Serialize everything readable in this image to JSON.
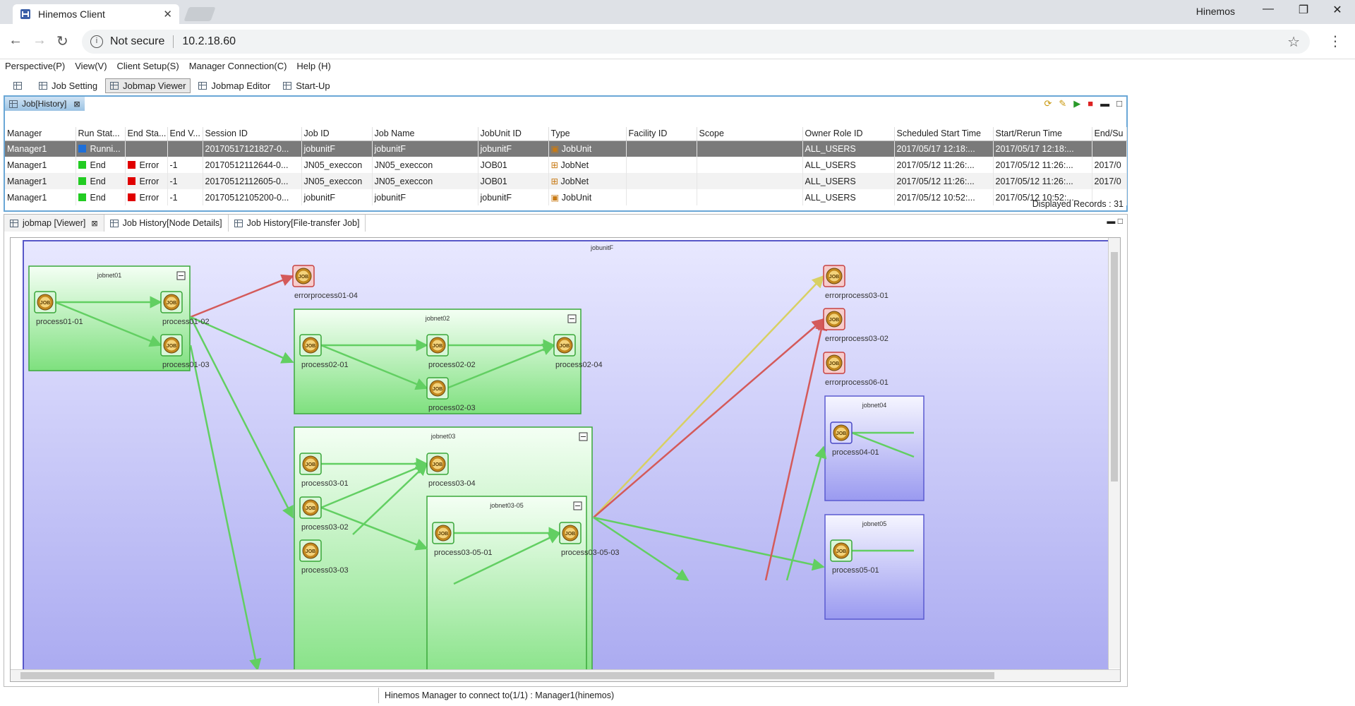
{
  "browser": {
    "tab_title": "Hinemos Client",
    "brand": "Hinemos",
    "security": "Not secure",
    "url": "10.2.18.60"
  },
  "menu": [
    "Perspective(P)",
    "View(V)",
    "Client Setup(S)",
    "Manager Connection(C)",
    "Help (H)"
  ],
  "perspectives": [
    "Job Setting",
    "Jobmap Viewer",
    "Jobmap Editor",
    "Start-Up"
  ],
  "job_history": {
    "tab": "Job[History]",
    "columns": [
      "Manager",
      "Run Stat...",
      "End Sta...",
      "End V...",
      "Session ID",
      "Job ID",
      "Job Name",
      "JobUnit ID",
      "Type",
      "Facility ID",
      "Scope",
      "Owner Role ID",
      "Scheduled Start Time",
      "Start/Rerun Time",
      "End/Su"
    ],
    "rows": [
      {
        "manager": "Manager1",
        "run": "Runni...",
        "run_color": "#1e6fd9",
        "end": "",
        "end_color": "",
        "endv": "",
        "session": "20170517121827-0...",
        "job_id": "jobunitF",
        "job_name": "jobunitF",
        "unit_id": "jobunitF",
        "type": "JobUnit",
        "facility": "",
        "scope": "",
        "owner": "ALL_USERS",
        "sched": "2017/05/17 12:18:...",
        "start": "2017/05/17 12:18:...",
        "endsu": ""
      },
      {
        "manager": "Manager1",
        "run": "End",
        "run_color": "#22cc22",
        "end": "Error",
        "end_color": "#e00000",
        "endv": "-1",
        "session": "20170512112644-0...",
        "job_id": "JN05_execcon",
        "job_name": "JN05_execcon",
        "unit_id": "JOB01",
        "type": "JobNet",
        "facility": "",
        "scope": "",
        "owner": "ALL_USERS",
        "sched": "2017/05/12 11:26:...",
        "start": "2017/05/12 11:26:...",
        "endsu": "2017/0"
      },
      {
        "manager": "Manager1",
        "run": "End",
        "run_color": "#22cc22",
        "end": "Error",
        "end_color": "#e00000",
        "endv": "-1",
        "session": "20170512112605-0...",
        "job_id": "JN05_execcon",
        "job_name": "JN05_execcon",
        "unit_id": "JOB01",
        "type": "JobNet",
        "facility": "",
        "scope": "",
        "owner": "ALL_USERS",
        "sched": "2017/05/12 11:26:...",
        "start": "2017/05/12 11:26:...",
        "endsu": "2017/0"
      },
      {
        "manager": "Manager1",
        "run": "End",
        "run_color": "#22cc22",
        "end": "Error",
        "end_color": "#e00000",
        "endv": "-1",
        "session": "20170512105200-0...",
        "job_id": "jobunitF",
        "job_name": "jobunitF",
        "unit_id": "jobunitF",
        "type": "JobUnit",
        "facility": "",
        "scope": "",
        "owner": "ALL_USERS",
        "sched": "2017/05/12 10:52:...",
        "start": "2017/05/12 10:52:...",
        "endsu": ""
      }
    ],
    "displayed": "Displayed Records : 31"
  },
  "lower_tabs": [
    "jobmap [Viewer]",
    "Job History[Node Details]",
    "Job History[File-transfer Job]"
  ],
  "jobmap": {
    "unit": "jobunitF",
    "groups": [
      "jobnet01",
      "jobnet02",
      "jobnet03",
      "jobnet03-05",
      "jobnet04",
      "jobnet05"
    ],
    "jobs": [
      "process01-01",
      "process01-02",
      "process01-03",
      "errorprocess01-04",
      "process02-01",
      "process02-02",
      "process02-03",
      "process02-04",
      "process03-01",
      "process03-02",
      "process03-03",
      "process03-04",
      "process03-05-01",
      "process03-05-03",
      "errorprocess03-01",
      "errorprocess03-02",
      "errorprocess06-01",
      "process04-01",
      "process05-01"
    ],
    "icon_text": "JOB",
    "colors": {
      "ok": "#62cf62",
      "error": "#d45a5a",
      "warn": "#d8d063",
      "unit_bg_top": "#e8e8ff",
      "unit_bg_bottom": "#a8a8f0"
    }
  },
  "status": "Hinemos Manager to connect to(1/1) : Manager1(hinemos)"
}
